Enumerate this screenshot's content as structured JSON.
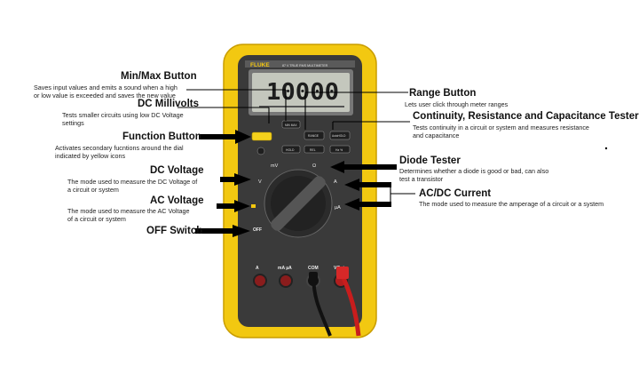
{
  "meter": {
    "brand": "FLUKE",
    "model": "87 V TRUE RMS MULTIMETER",
    "display_value": "10000",
    "buttons": [
      "MIN MAX",
      "RANGE",
      "AutoHOLD",
      "HOLD",
      "REL",
      "Hz %"
    ],
    "dial_marks": [
      "OFF",
      "V",
      "mV",
      "Ω",
      "A",
      "µA"
    ],
    "jacks": [
      "A",
      "mA µA",
      "COM",
      "VΩ⊣"
    ]
  },
  "labels": {
    "minmax": {
      "title": "Min/Max Button",
      "desc": "Saves input values and emits a sound when a high or low value is exceeded and saves the new value"
    },
    "mv": {
      "title": "DC Millivolts",
      "desc": "Tests smaller circuits using low DC Voltage settings"
    },
    "function": {
      "title": "Function Button",
      "desc": "Activates secondary fucntions around the dial indicated by yellow icons"
    },
    "dcv": {
      "title": "DC Voltage",
      "desc": "The mode used to measure the DC Voltage of a circuit or system"
    },
    "acv": {
      "title": "AC Voltage",
      "desc": "The mode used to measure the AC Voltage of a circuit or system"
    },
    "off": {
      "title": "OFF Switch"
    },
    "range": {
      "title": "Range Button",
      "desc": "Lets user click through meter ranges"
    },
    "continuity": {
      "title": "Continuity, Resistance and Capacitance Tester",
      "desc": "Tests continuity in a circuit or system and measures resistance and capacitance"
    },
    "diode": {
      "title": "Diode Tester",
      "desc": "Determines whether a diode is good or bad, can also test a transistor"
    },
    "acdc": {
      "title": "AC/DC Current",
      "desc": "The mode used to measure the amperage of a circuit or a system"
    }
  }
}
